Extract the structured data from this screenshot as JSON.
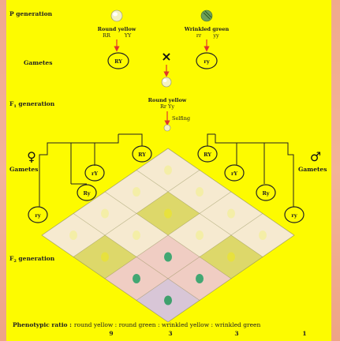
{
  "p_generation": {
    "label": "P generation",
    "parent1": {
      "name": "Round yellow",
      "genotype1": "RR",
      "genotype2": "YY"
    },
    "parent2": {
      "name": "Wrinkled green",
      "genotype1": "rr",
      "genotype2": "yy"
    },
    "cross_symbol": "×"
  },
  "gametes_label": "Gametes",
  "gametes_p": {
    "left": "RY",
    "right": "ry"
  },
  "f1": {
    "label_prefix": "F",
    "label_sub": "1",
    "label_suffix": " generation",
    "name": "Round yellow",
    "genotype": "Rr Yy",
    "selfing": "Selfing"
  },
  "f2_gametes": {
    "female_symbol": "♀",
    "male_symbol": "♂",
    "label": "Gametes",
    "left": [
      "RY",
      "rY",
      "Ry",
      "ry"
    ],
    "right": [
      "RY",
      "rY",
      "Ry",
      "ry"
    ]
  },
  "f2": {
    "label_prefix": "F",
    "label_sub": "2",
    "label_suffix": " generation"
  },
  "phenotypic_ratio": {
    "label": "Phenotypic ratio :",
    "text": "round yellow : round green : wrinkled yellow : wrinkled green",
    "values": [
      "9",
      "3",
      "3",
      "1"
    ]
  },
  "colors": {
    "background": "#fdfb00",
    "round_yellow_cell": "#f6ead0",
    "round_green_cell": "#f0cdc3",
    "wrinkled_yellow_cell": "#ddd86a",
    "wrinkled_green_cell": "#d8c6d7"
  }
}
